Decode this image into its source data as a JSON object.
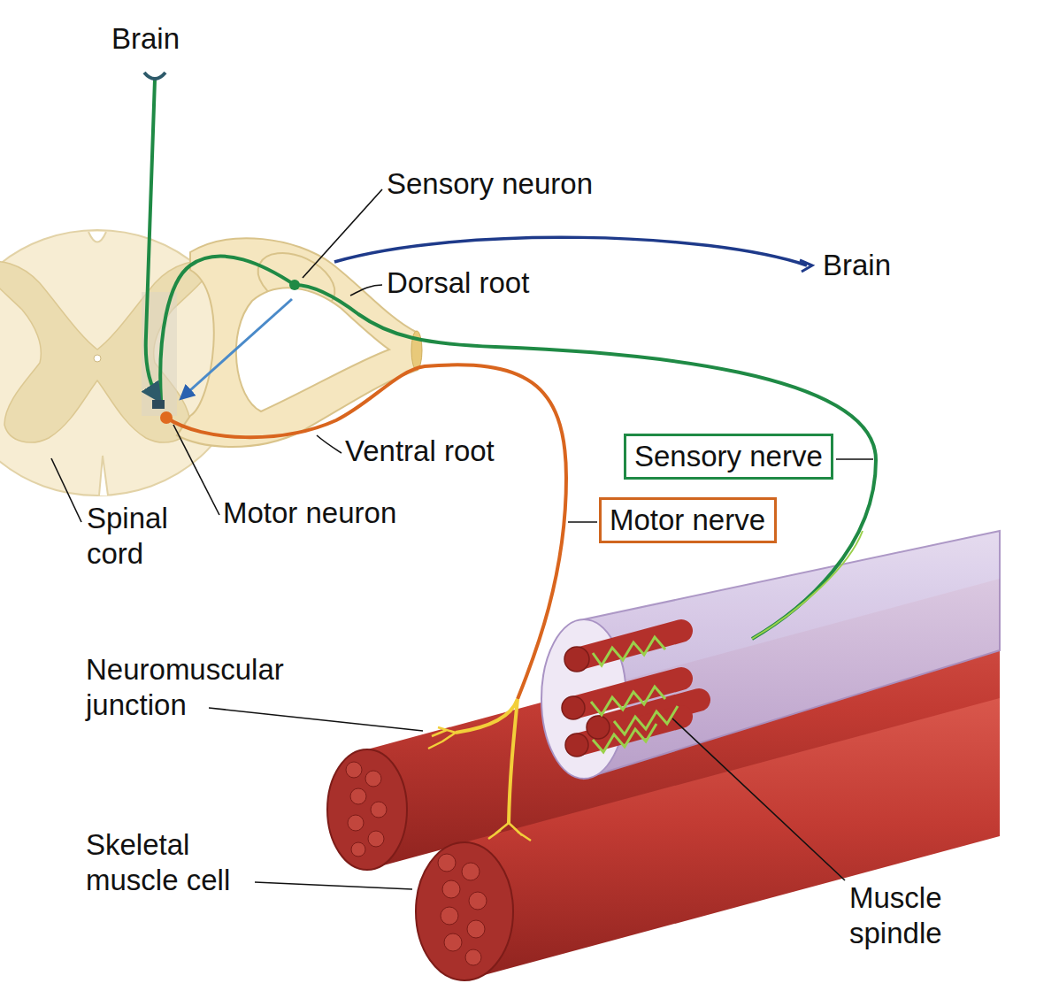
{
  "diagram": {
    "nodes": [
      {
        "text": [
          "Sensory nerve"
        ]
      },
      {
        "text": [
          "Motor nerve"
        ]
      }
    ],
    "labels": [
      "Brain",
      "Sensory neuron",
      "Brain",
      "Dorsal root",
      "Ventral root",
      "Spinal cord",
      "Motor neuron",
      "Neuromuscular junction",
      "Skeletal muscle cell",
      "Muscle spindle"
    ]
  }
}
